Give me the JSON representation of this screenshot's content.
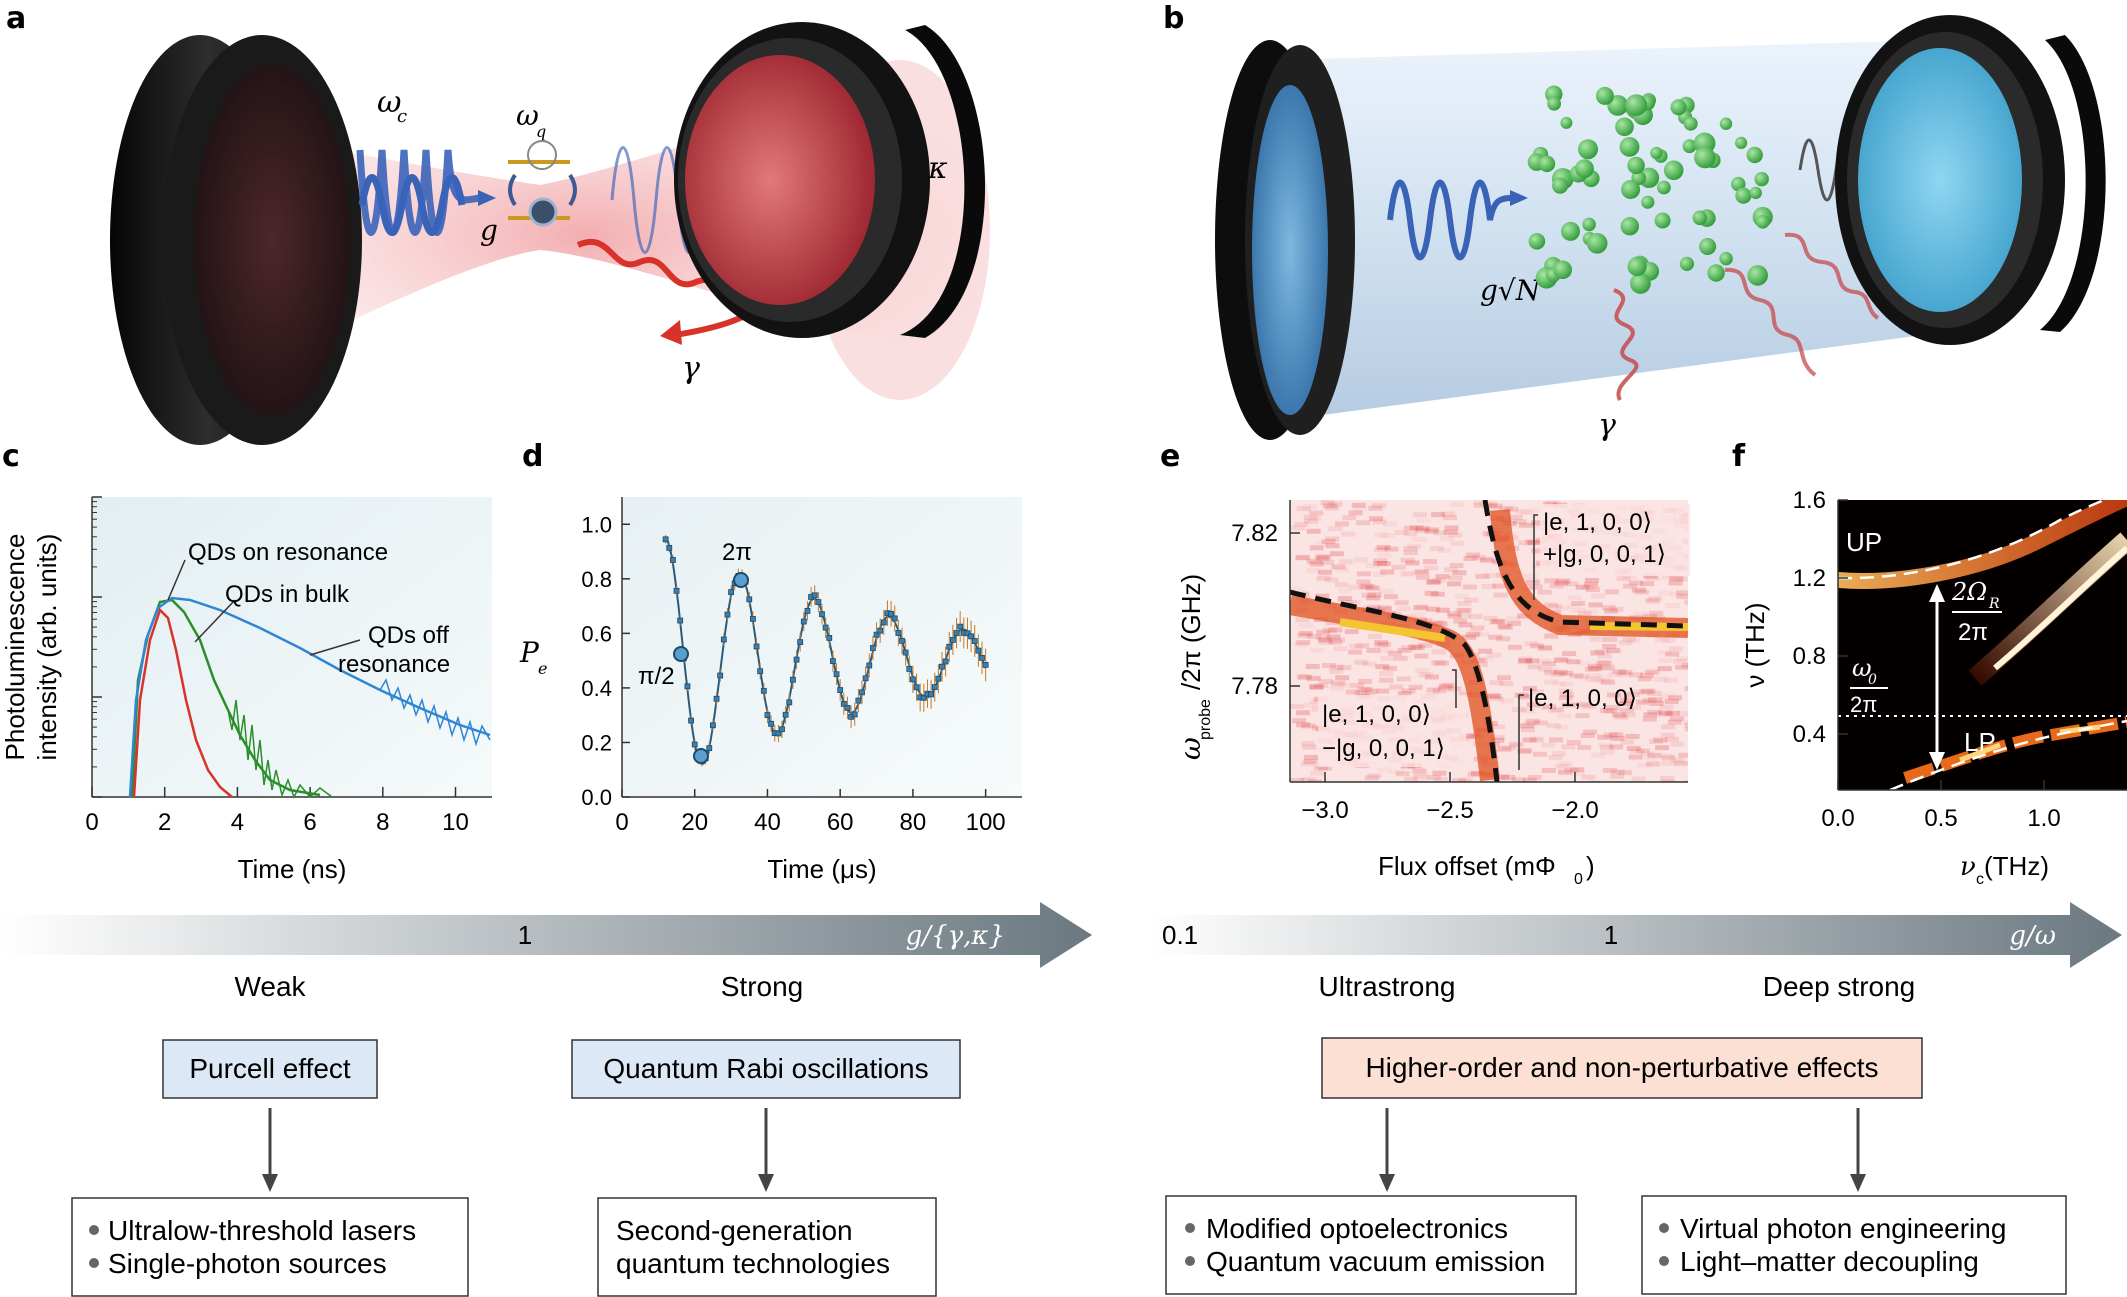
{
  "panels": {
    "a": {
      "label": "a",
      "omega_c": "ω",
      "omega_c_sub": "c",
      "omega_q": "ω",
      "omega_q_sub": "q",
      "g": "g",
      "gamma": "γ",
      "kappa": "κ"
    },
    "b": {
      "label": "b",
      "g_sqrt_n": "g√N",
      "gamma": "γ"
    },
    "c": {
      "label": "c",
      "xlabel": "Time (ns)",
      "ylabel_line1": "Photoluminescence",
      "ylabel_line2": "intensity (arb. units)",
      "xticks": [
        "0",
        "2",
        "4",
        "6",
        "8",
        "10"
      ],
      "annotations": [
        "QDs on resonance",
        "QDs in bulk",
        "QDs off",
        "resonance"
      ]
    },
    "d": {
      "label": "d",
      "xlabel": "Time (μs)",
      "ylabel": "P",
      "ylabel_sub": "e",
      "xticks": [
        "0",
        "20",
        "40",
        "60",
        "80",
        "100"
      ],
      "yticks": [
        "0.0",
        "0.2",
        "0.4",
        "0.6",
        "0.8",
        "1.0"
      ],
      "annotations": [
        "π/2",
        "2π"
      ]
    },
    "e": {
      "label": "e",
      "xlabel": "Flux offset (mΦ",
      "xlabel_sub": "0",
      "xlabel_end": ")",
      "ylabel_main": "ω",
      "ylabel_sub": "probe",
      "ylabel_end": "/2π (GHz)",
      "xticks": [
        "−3.0",
        "−2.5",
        "−2.0"
      ],
      "yticks": [
        "7.82",
        "7.78"
      ],
      "states": [
        "|e, 1, 0, 0⟩",
        "+|g, 0, 0, 1⟩",
        "|e, 1, 0, 0⟩",
        "−|g, 0, 0, 1⟩",
        "|e, 1, 0, 0⟩"
      ]
    },
    "f": {
      "label": "f",
      "xlabel": "ν",
      "xlabel_sub": "c",
      "xlabel_end": " (THz)",
      "ylabel": "ν (THz)",
      "xticks": [
        "0.0",
        "0.5",
        "1.0"
      ],
      "yticks": [
        "1.6",
        "1.2",
        "0.8",
        "0.4"
      ],
      "up": "UP",
      "lp": "LP",
      "rabi_num": "2Ω",
      "rabi_sub": "R",
      "rabi_den": "2π",
      "omega0_num": "ω",
      "omega0_sub": "0",
      "omega0_den": "2π"
    }
  },
  "scale_left": {
    "tick": "1",
    "axis_label": "g/{γ,κ}",
    "regimes": [
      "Weak",
      "Strong"
    ]
  },
  "scale_right": {
    "start": "0.1",
    "tick": "1",
    "axis_label": "g/ω",
    "regimes": [
      "Ultrastrong",
      "Deep strong"
    ]
  },
  "effects": {
    "purcell": "Purcell effect",
    "rabi": "Quantum Rabi oscillations",
    "higher_order": "Higher-order and non-perturbative effects"
  },
  "applications": {
    "weak": [
      "Ultralow-threshold lasers",
      "Single-photon sources"
    ],
    "strong": [
      "Second-generation",
      "quantum technologies"
    ],
    "ultrastrong": [
      "Modified optoelectronics",
      "Quantum vacuum emission"
    ],
    "deep": [
      "Virtual photon engineering",
      "Light–matter decoupling"
    ]
  },
  "colors": {
    "wave_blue": "#3a63b8",
    "wave_red": "#d8332b",
    "atom_green": "#3cb543",
    "box_blue": "#dce8f6",
    "box_peach": "#fbe0d3",
    "arrow_grey": "#6d7a83"
  }
}
